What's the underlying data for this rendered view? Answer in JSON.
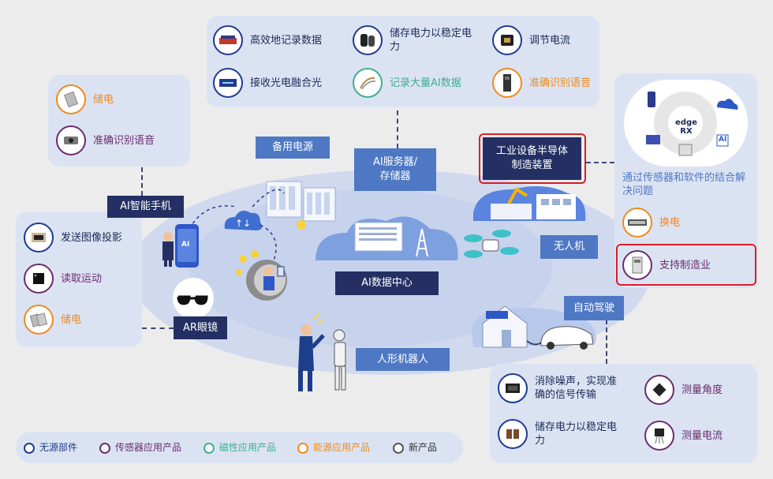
{
  "legend": [
    {
      "label": "无源部件",
      "color": "#1f3b8f"
    },
    {
      "label": "传感器应用产品",
      "color": "#6b2c6e"
    },
    {
      "label": "磁性应用产品",
      "color": "#3fae8f"
    },
    {
      "label": "能源应用产品",
      "color": "#ef8a1d"
    },
    {
      "label": "新产品",
      "color": "#555555"
    }
  ],
  "top_panel": {
    "items": [
      {
        "label": "高效地记录数据",
        "category": "无源部件",
        "icon": "storage-device-icon"
      },
      {
        "label": "储存电力以稳定电力",
        "category": "无源部件",
        "icon": "capacitor-icon"
      },
      {
        "label": "调节电流",
        "category": "无源部件",
        "icon": "inductor-icon"
      },
      {
        "label": "接收光电融合光",
        "category": "无源部件",
        "icon": "photonic-chip-icon"
      },
      {
        "label": "记录大量AI数据",
        "category": "磁性应用产品",
        "icon": "hdd-head-icon"
      },
      {
        "label": "准确识别语音",
        "category": "能源应用产品",
        "icon": "battery-pack-icon"
      }
    ]
  },
  "top_left_panel": {
    "items": [
      {
        "label": "储电",
        "category": "能源应用产品",
        "icon": "battery-cell-icon"
      },
      {
        "label": "准确识别语音",
        "category": "传感器应用产品",
        "icon": "microphone-sensor-icon"
      }
    ]
  },
  "left_panel": {
    "items": [
      {
        "label": "发送图像投影",
        "category": "无源部件",
        "icon": "projector-module-icon"
      },
      {
        "label": "读取运动",
        "category": "传感器应用产品",
        "icon": "motion-sensor-chip-icon"
      },
      {
        "label": "储电",
        "category": "能源应用产品",
        "icon": "battery-cells-icon"
      }
    ]
  },
  "right_panel": {
    "hub_label": "edge RX",
    "caption": "通过传感器和软件的结合解决问题",
    "items": [
      {
        "label": "换电",
        "category": "能源应用产品",
        "icon": "power-module-icon"
      },
      {
        "label": "支持制造业",
        "category": "传感器应用产品",
        "icon": "sensor-unit-icon"
      }
    ]
  },
  "bottom_right_panel": {
    "items": [
      {
        "label": "消除噪声，实现准确的信号传输",
        "category": "无源部件",
        "icon": "noise-filter-icon"
      },
      {
        "label": "测量角度",
        "category": "传感器应用产品",
        "icon": "angle-sensor-icon"
      },
      {
        "label": "储存电力以稳定电力",
        "category": "无源部件",
        "icon": "capacitor-array-icon"
      },
      {
        "label": "测量电流",
        "category": "传感器应用产品",
        "icon": "current-sensor-icon"
      }
    ]
  },
  "scene_tags": {
    "backup_power": "备用电源",
    "ai_server": "AI服务器/存储器",
    "industrial_equipment": "工业设备半导体制造装置",
    "ai_phone": "AI智能手机",
    "ai_datacenter": "AI数据中心",
    "drone": "无人机",
    "ar_glasses": "AR眼镜",
    "autonomous_driving": "自动驾驶",
    "humanoid_robot": "人形机器人"
  },
  "phone_screen_text": "AI",
  "hub_ai_text": "AI"
}
